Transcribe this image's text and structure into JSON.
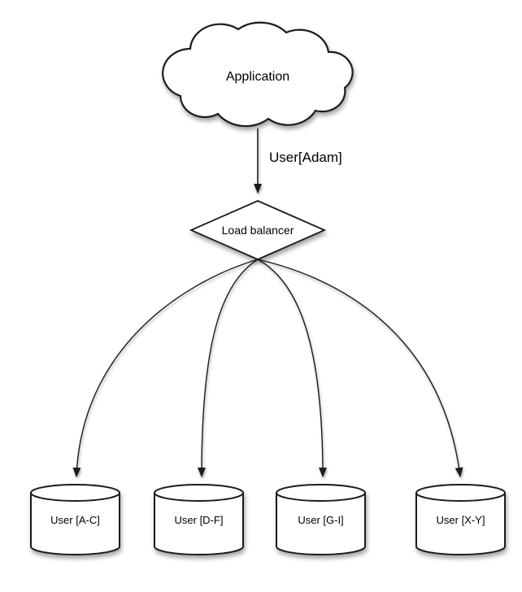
{
  "diagram": {
    "type": "flow-diagram",
    "background_color": "#ffffff",
    "stroke_color": "#1a1a1a",
    "shape_fill_color": "#ffffff",
    "text_color": "#000000"
  },
  "nodes": {
    "application": {
      "label": "Application",
      "shape": "cloud"
    },
    "load_balancer": {
      "label": "Load balancer",
      "shape": "diamond"
    },
    "shards": [
      {
        "label": "User [A-C]",
        "shape": "database-cylinder"
      },
      {
        "label": "User [D-F]",
        "shape": "database-cylinder"
      },
      {
        "label": "User [G-I]",
        "shape": "database-cylinder"
      },
      {
        "label": "User [X-Y]",
        "shape": "database-cylinder"
      }
    ]
  },
  "edges": {
    "app_to_lb": {
      "from": "Application",
      "to": "Load balancer",
      "label": "User[Adam]"
    },
    "lb_to_shards": [
      {
        "from": "Load balancer",
        "to": "User [A-C]",
        "label": ""
      },
      {
        "from": "Load balancer",
        "to": "User [D-F]",
        "label": ""
      },
      {
        "from": "Load balancer",
        "to": "User [G-I]",
        "label": ""
      },
      {
        "from": "Load balancer",
        "to": "User [X-Y]",
        "label": ""
      }
    ]
  }
}
